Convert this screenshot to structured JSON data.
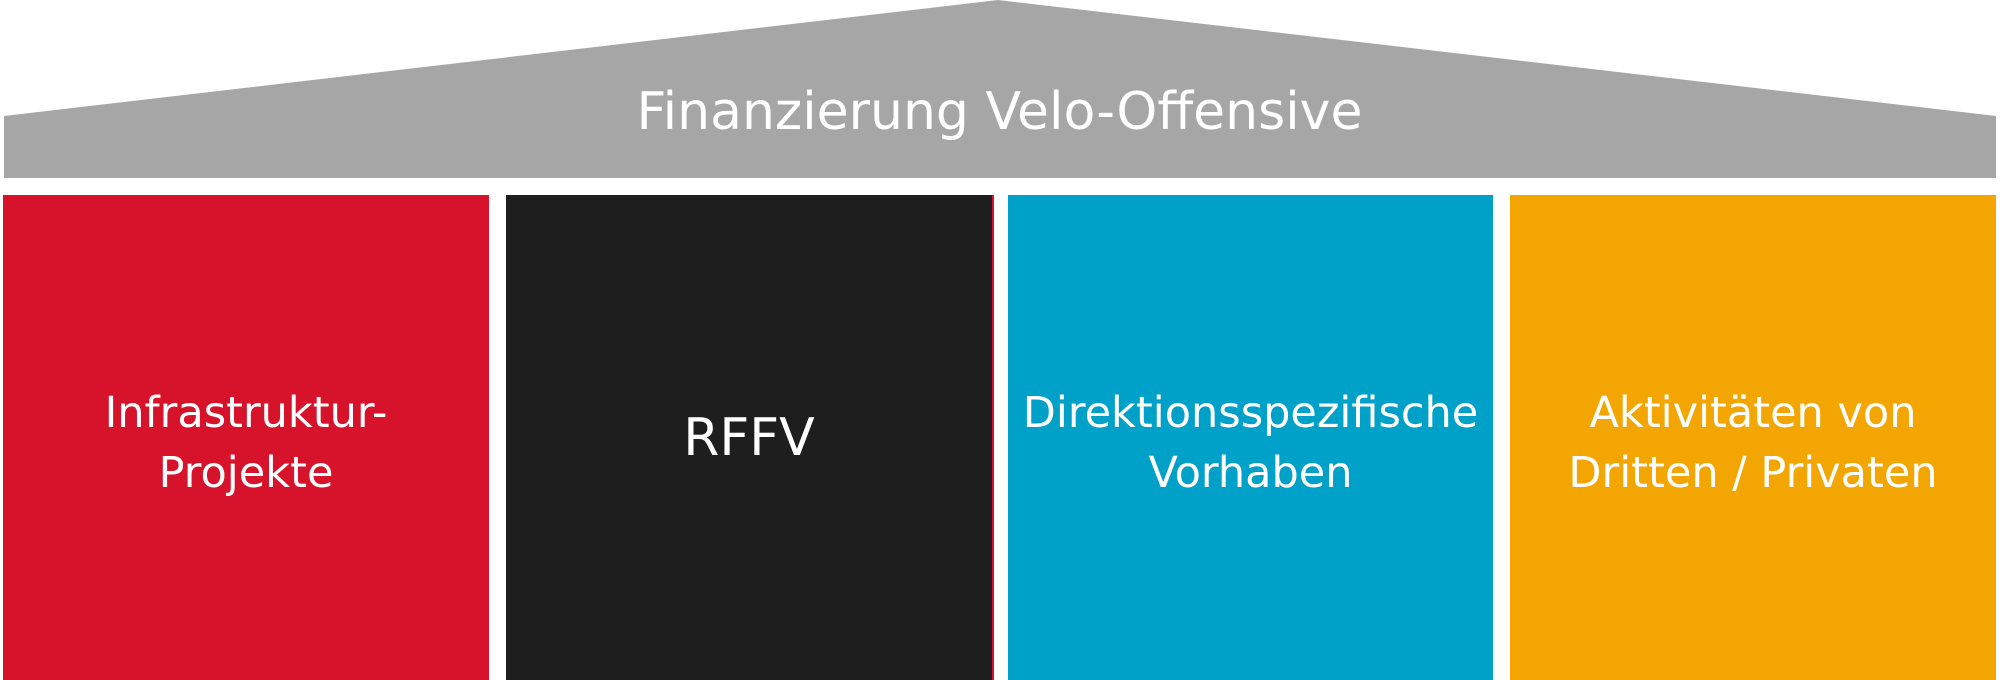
{
  "roof": {
    "title": "Finanzierung Velo-Offensive",
    "color": "#a6a6a6"
  },
  "pillars": [
    {
      "label": "Infrastruktur-\nProjekte",
      "color": "#d7122b"
    },
    {
      "label": "RFFV",
      "color": "#1e1e1e"
    },
    {
      "label": "Direktionsspezifische\nVorhaben",
      "color": "#00a1c8"
    },
    {
      "label": "Aktivitäten von\nDritten / Privaten",
      "color": "#f3a602"
    }
  ],
  "accent_line_color": "#d7122b"
}
